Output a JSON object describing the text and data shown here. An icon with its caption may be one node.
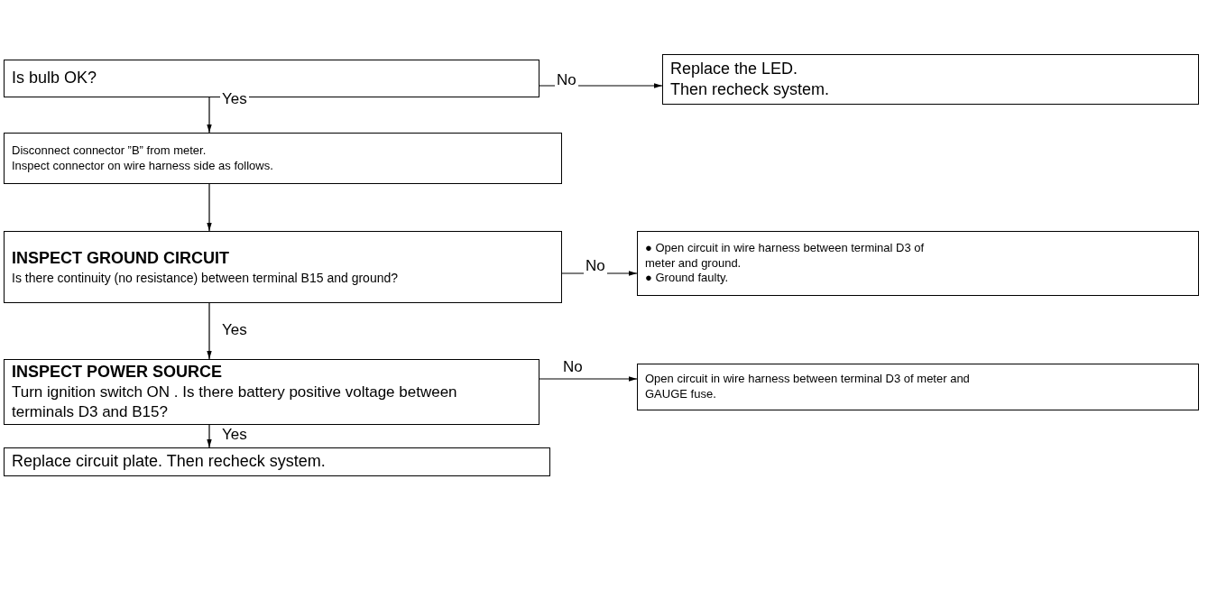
{
  "diagram": {
    "nodes": [
      {
        "text": [
          "Is bulb OK?"
        ]
      },
      {
        "text": [
          "Replace the LED.",
          "Then recheck system."
        ]
      },
      {
        "text": [
          "Disconnect connector ”B” from meter.",
          "Inspect connector on wire harness side as follows."
        ]
      },
      {
        "text": [
          "INSPECT GROUND CIRCUIT",
          "Is there continuity (no resistance) between terminal B15 and ground?"
        ]
      },
      {
        "text": [
          "● Open circuit in wire harness between terminal D3 of meter and ground.",
          "● Ground faulty."
        ]
      },
      {
        "text": [
          "INSPECT POWER SOURCE",
          "Turn ignition switch ON . Is there battery positive voltage between terminals D3 and B15?"
        ]
      },
      {
        "text": [
          "Open circuit in wire harness between terminal D3 of meter and GAUGE fuse."
        ]
      },
      {
        "text": [
          "Replace circuit plate. Then recheck system."
        ]
      }
    ],
    "edges": [
      {
        "from": 0,
        "to": 1,
        "arrow": "to",
        "label": "No"
      },
      {
        "from": 0,
        "to": 2,
        "arrow": "to",
        "label": "Yes"
      },
      {
        "from": 2,
        "to": 3,
        "arrow": "to"
      },
      {
        "from": 3,
        "to": 4,
        "arrow": "to",
        "label": "No"
      },
      {
        "from": 3,
        "to": 5,
        "arrow": "to",
        "label": "Yes"
      },
      {
        "from": 5,
        "to": 6,
        "arrow": "to",
        "label": "No"
      },
      {
        "from": 5,
        "to": 7,
        "arrow": "to",
        "label": "Yes"
      }
    ]
  }
}
